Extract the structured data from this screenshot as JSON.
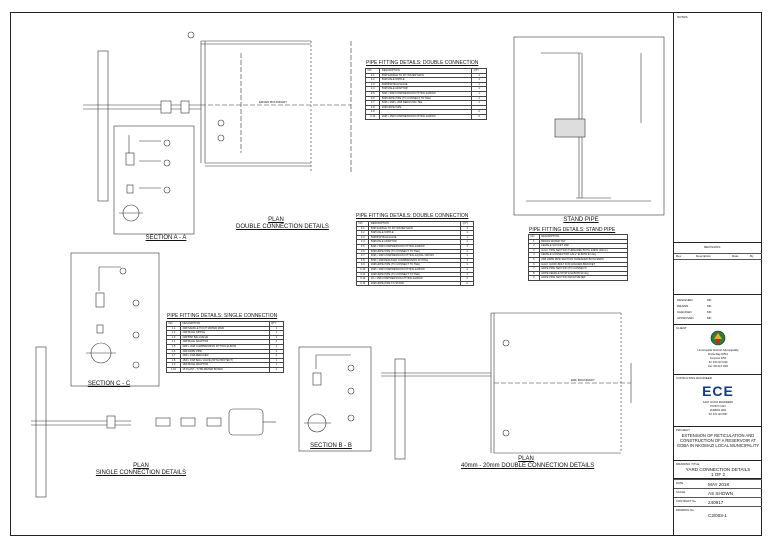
{
  "drawing": {
    "plan_double_caption": "PLAN",
    "plan_double_sub": "DOUBLE CONNECTION DETAILS",
    "plan_single_caption": "PLAN",
    "plan_single_sub": "SINGLE CONNECTION DETAILS",
    "plan_40_caption": "PLAN",
    "plan_40_sub": "40mm - 20mm DOUBLE CONNECTION DETAILS",
    "section_a": "SECTION A - A",
    "section_b": "SECTION B - B",
    "section_c": "SECTION C - C",
    "stand_pipe": "STAND PIPE",
    "erven_boundary": "ERVEN BOUNDARY",
    "erf_boundary": "ERF BOUNDARY"
  },
  "tables": {
    "double_1": {
      "title": "PIPE FITTING DETAILS: DOUBLE CONNECTION",
      "headers": [
        "NO.",
        "DESCRIPTION",
        "QTY"
      ],
      "rows": [
        [
          "2.1",
          "50Ø SADDLE TO FIT WATER MAIN",
          "1"
        ],
        [
          "2.2",
          "50Ø MALE NIPPLE",
          "1"
        ],
        [
          "2.3",
          "50Ø BSP BALLVALVE",
          "1"
        ],
        [
          "2.4",
          "50Ø MALE ADAPTOR",
          "1"
        ],
        [
          "2.5",
          "50Ø x 50Ø COMPRESSION FITTING ELBOW",
          "1"
        ],
        [
          "2.6",
          "50Ø HDPE PIPE (TO CONNECT TO TEE)",
          "1"
        ],
        [
          "2.7",
          "50Ø x 20Ø x 20Ø REDUCING TEE",
          "1"
        ],
        [
          "2.8",
          "20Ø HDPE PIPE",
          ""
        ],
        [
          "2.9",
          "",
          "2"
        ],
        [
          "2.10",
          "20Ø x 15Ø COMPRESSION FITTING ELBOW",
          "2"
        ]
      ]
    },
    "double_2": {
      "title": "PIPE FITTING DETAILS: DOUBLE CONNECTION",
      "headers": [
        "NO.",
        "DESCRIPTION",
        "QTY"
      ],
      "rows": [
        [
          "3.1",
          "50Ø SADDLE TO FIT WATER MAIN",
          "1"
        ],
        [
          "3.2",
          "50Ø MALE NIPPLE",
          "1"
        ],
        [
          "3.3",
          "50Ø BSP BALLVALVE",
          "1"
        ],
        [
          "3.4",
          "50Ø MALE ADAPTOR",
          "1"
        ],
        [
          "3.5",
          "50Ø x 50Ø COMPRESSION FITTING ELBOW",
          "1"
        ],
        [
          "3.6",
          "50Ø HDPE PIPE (TO CONNECT TO TEE)",
          "1"
        ],
        [
          "3.7",
          "50Ø x 20Ø COMPRESSION FITTING EQUAL CROSS",
          "1"
        ],
        [
          "3.8",
          "50Ø x 20Ø REDUCER COMPRESSION FITTING",
          "1"
        ],
        [
          "3.9",
          "20Ø HDPE PIPE (TO CONNECT TO TEE)",
          "1"
        ],
        [
          "3.10",
          "20Ø x 20Ø COMPRESSION FITTING ELBOW",
          "2"
        ],
        [
          "3.11",
          "20Ø HDPE PIPE (TO CONNECT TO TEE)",
          "1"
        ],
        [
          "3.12",
          "20 x 15Ø COMPRESSION FITTING ELBOW",
          "2"
        ],
        [
          "3.13",
          "20Ø HDPE PIPE TO STAND",
          "2"
        ]
      ]
    },
    "single": {
      "title": "PIPE FITTING DETAILS: SINGLE CONNECTION",
      "headers": [
        "NO.",
        "DESCRIPTION",
        "QTY"
      ],
      "rows": [
        [
          "1.1",
          "20Ø SADDLE TO FIT WATER MAIN",
          "1"
        ],
        [
          "1.2",
          "20Ø MALE NIPPLE",
          "1"
        ],
        [
          "1.3",
          "20Ø BSP BALLVALVE",
          "1"
        ],
        [
          "1.4",
          "20Ø MALE ADAPTOR",
          "1"
        ],
        [
          "1.5",
          "20Ø x 20Ø COMPRESSION FITTING ELBOW",
          "1"
        ],
        [
          "1.6",
          "20Ø HDPE PIPE",
          "1"
        ],
        [
          "1.7",
          "20Ø x 15Ø REDUCER",
          "1"
        ],
        [
          "1.8",
          "15Ø x 15Ø BALL VALVE (WITH PROTECT)",
          "1"
        ],
        [
          "1.9",
          "15Ø MALE ADAPTOR",
          "1"
        ],
        [
          "1.10",
          "15 PLAST - TYPE METER BOXES",
          "1"
        ]
      ]
    },
    "stand": {
      "title": "PIPE FITTING DETAILS: STAND PIPE",
      "headers": [
        "NO.",
        "DESCRIPTION"
      ],
      "rows": [
        [
          "1",
          "BRASS WATER TAP"
        ],
        [
          "2",
          "FEMALE SOCKET 15Ø"
        ],
        [
          "3",
          "GALV. PIPE SECTION THREADED BOTH ENDS (15mm)"
        ],
        [
          "4",
          "FEMALE CONNECTOR GALV. ELBOW 90 deg"
        ],
        [
          "5",
          "20Ø HDPE PIPE SECTION THREADED BOTH ENDS"
        ],
        [
          "6",
          "GALV. HOOK-BOLT FOR HOLDER-BRACKET"
        ],
        [
          "7",
          "HDPE PIPE SECTION (TO CONNECT)"
        ],
        [
          "8",
          "HDPE FEMALE STOP & ELBOW 90 deg"
        ],
        [
          "9",
          "HDPE PIPE SECTION FROM METER"
        ]
      ]
    }
  },
  "title_block": {
    "notes_label": "NOTES:",
    "revisions_label": "REVISIONS",
    "rev_headers": [
      "Rev",
      "Description",
      "Date",
      "By"
    ],
    "roles": [
      {
        "label": "DESIGNED",
        "value": "MK"
      },
      {
        "label": "DRAWN",
        "value": "MK"
      },
      {
        "label": "CHECKED",
        "value": "MK"
      },
      {
        "label": "APPROVED",
        "value": "MK"
      }
    ],
    "client_label": "CLIENT",
    "client_name": "Umzinyathi District Municipality",
    "client_address": [
      "Private Bag X6514",
      "Greytown 3250",
      "Tel: 033 413 9100",
      "Fax: 033 413 1026"
    ],
    "consultant_label": "CONSULTING ENGINEER",
    "consultant_logo": "ECE",
    "consultant_address": [
      "EAST COAST ENGINEERS",
      "PO BOX 1234",
      "DURBAN 4000",
      "Tel: 031 123 4567"
    ],
    "project_label": "PROJECT",
    "project_title": "EXTENSION OF RETICULATION AND CONSTRUCTION OF A RESERVOIR AT GOBA IN NKOMAZI LOCAL MUNICIPALITY",
    "drawing_title_label": "DRAWING TITLE",
    "drawing_title": "YARD CONNECTION DETAILS",
    "sheet": "1 OF 2",
    "date_label": "DATE",
    "date": "MAY 2018",
    "scale_label": "SCALE",
    "scale": "AS SHOWN",
    "contract_label": "CONTRACT No",
    "contract_no": "240917",
    "drawing_no_label": "DRAWING No",
    "drawing_no": "C2/003-1"
  }
}
